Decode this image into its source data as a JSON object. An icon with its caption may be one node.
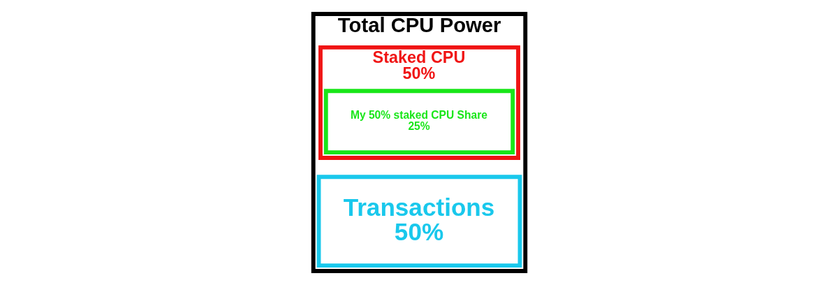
{
  "diagram": {
    "nodes": [
      {
        "text": [
          "Total CPU Power"
        ]
      },
      {
        "text": [
          "Transactions",
          "50%"
        ],
        "in": 0
      },
      {
        "text": [
          "Staked CPU",
          "50%"
        ],
        "in": 0
      },
      {
        "text": [
          "My 50% staked CPU Share",
          "25%"
        ],
        "in": 2
      }
    ]
  }
}
